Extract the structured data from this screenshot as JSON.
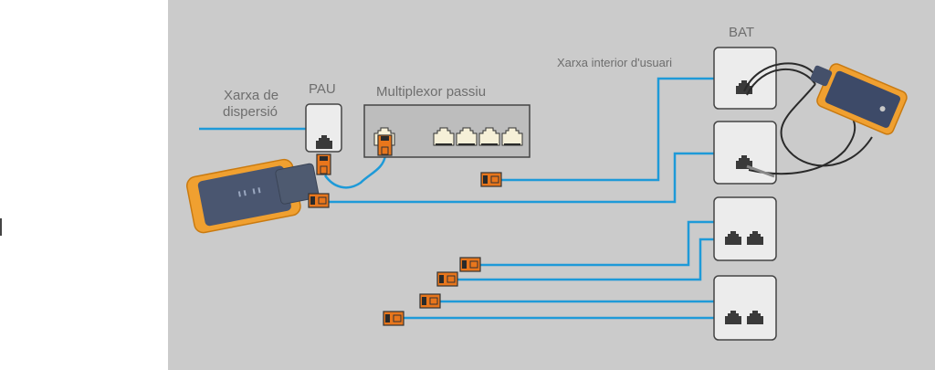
{
  "diagram": {
    "labels": {
      "distribution_network": [
        "Xarxa de",
        "dispersió"
      ],
      "pau": "PAU",
      "multiplexer": "Multiplexor passiu",
      "user_network": "Xarxa interior d'usuari",
      "bat": "BAT"
    },
    "colors": {
      "background": "#cbcbcb",
      "cable": "#1e9ad8",
      "connector": "#e8761c",
      "tester": "#f0a030",
      "tester_face": "#4a5670",
      "socket_box": "#ececec",
      "multiplexer_box": "#bdbdbd"
    },
    "components": {
      "pau_ports": 1,
      "multiplexer_ports": 5,
      "bat_boxes": [
        {
          "ports": 1,
          "connected": "remote-tester"
        },
        {
          "ports": 1,
          "connected": "remote-tester-cable"
        },
        {
          "ports": 2,
          "connected": "patch-cables"
        },
        {
          "ports": 2,
          "connected": "patch-cables"
        }
      ],
      "loose_connectors": 5
    }
  }
}
